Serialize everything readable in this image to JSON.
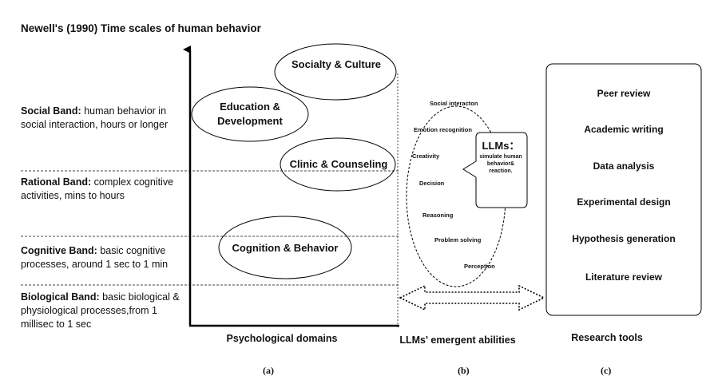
{
  "title": "Newell's (1990) Time scales of human behavior",
  "bands": [
    {
      "name": "Social Band:",
      "desc": " human behavior in social interaction, hours or longer"
    },
    {
      "name": "Rational Band:",
      "desc": " complex cognitive activities, mins to hours"
    },
    {
      "name": "Cognitive Band:",
      "desc": " basic cognitive processes, around 1 sec to 1 min"
    },
    {
      "name": "Biological Band:",
      "desc": " basic biological & physiological processes,from 1 millisec to 1 sec"
    }
  ],
  "domains": {
    "sociality_culture": "Socialty & Culture",
    "education_line1": "Education &",
    "education_line2": "Development",
    "clinic": "Clinic & Counseling",
    "cognition": "Cognition & Behavior"
  },
  "abilities": [
    "Social interacton",
    "Emotion recognition",
    "Creativity",
    "Decision",
    "Reasoning",
    "Problem solving",
    "Perception"
  ],
  "llm_bubble": {
    "title": "LLMs：",
    "text": "simulate human behavior& reaction."
  },
  "research_tools": [
    "Peer review",
    "Academic writing",
    "Data analysis",
    "Experimental design",
    "Hypothesis generation",
    "Literature review"
  ],
  "axis_labels": {
    "a": "Psychological domains",
    "b": "LLMs' emergent abilities",
    "c": "Research tools"
  },
  "panel_letters": {
    "a": "(a)",
    "b": "(b)",
    "c": "(c)"
  }
}
